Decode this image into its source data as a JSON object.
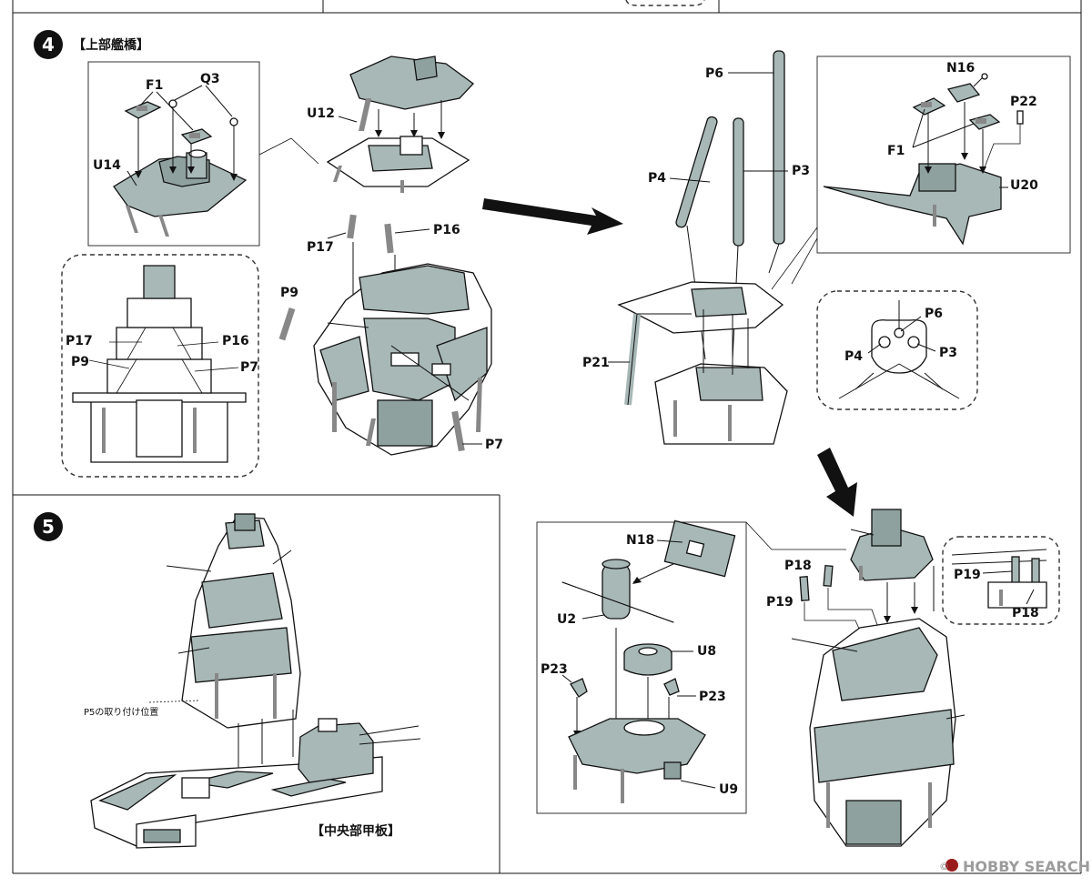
{
  "step4": {
    "number": "4",
    "title": "【上部艦橋】",
    "labels": {
      "f1_a": "F1",
      "q3": "Q3",
      "u14": "U14",
      "u12": "U12",
      "p17_a": "P17",
      "p16_a": "P16",
      "p9_a": "P9",
      "p7_a": "P7",
      "p17_b": "P17",
      "p16_b": "P16",
      "p9_b": "P9",
      "p7_b": "P7",
      "p6_a": "P6",
      "p4_a": "P4",
      "p3_a": "P3",
      "p21": "P21",
      "n16": "N16",
      "p22": "P22",
      "f1_b": "F1",
      "u20": "U20",
      "p6_b": "P6",
      "p4_b": "P4",
      "p3_b": "P3"
    }
  },
  "step5": {
    "number": "5",
    "note": "P5の取り付け位置",
    "deck_label": "【中央部甲板】",
    "labels": {
      "n18": "N18",
      "u2": "U2",
      "u8": "U8",
      "p23_a": "P23",
      "p23_b": "P23",
      "u9": "U9",
      "p18_a": "P18",
      "p19_a": "P19",
      "p19_b": "P19",
      "p18_b": "P18"
    }
  },
  "watermark": "HOBBY SEARCH",
  "watermark_prefix": "©"
}
